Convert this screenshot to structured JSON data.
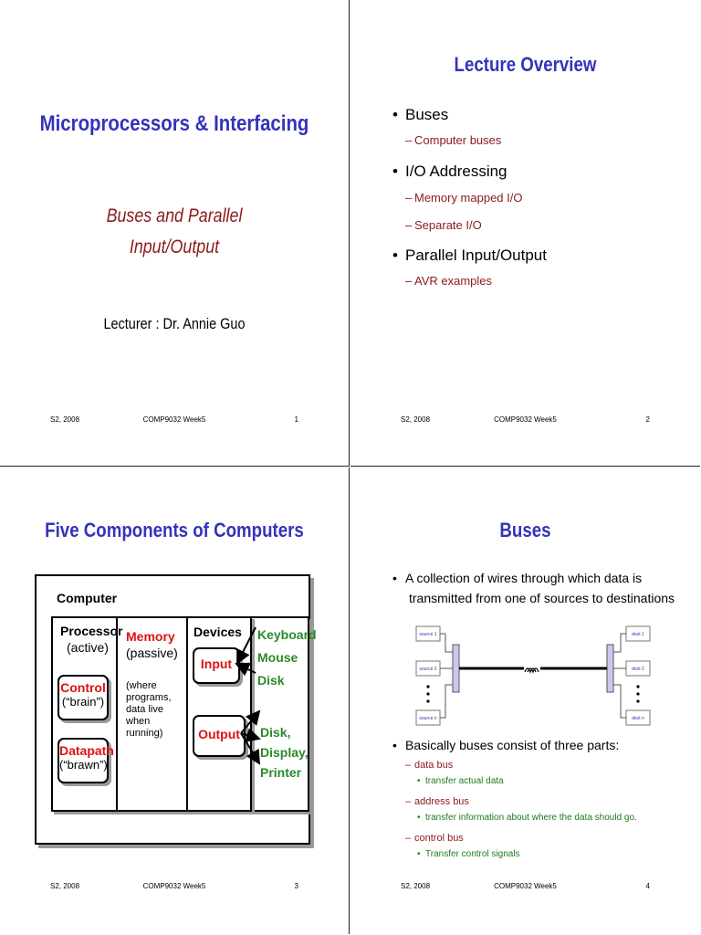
{
  "footer": {
    "semester": "S2, 2008",
    "course": "COMP9032 Week5"
  },
  "slide1": {
    "title": "Microprocessors & Interfacing",
    "subtitle_line1": "Buses and Parallel",
    "subtitle_line2": "Input/Output",
    "lecturer": "Lecturer : Dr. Annie Guo",
    "page": "1"
  },
  "slide2": {
    "title": "Lecture Overview",
    "items": [
      {
        "text": "Buses",
        "sub": [
          "Computer buses"
        ]
      },
      {
        "text": "I/O Addressing",
        "sub": [
          "Memory mapped I/O",
          "Separate I/O"
        ]
      },
      {
        "text": "Parallel Input/Output",
        "sub": [
          "AVR examples"
        ]
      }
    ],
    "page": "2"
  },
  "slide3": {
    "title": "Five Components of Computers",
    "computer": "Computer",
    "processor": "Processor",
    "processor_note": "(active)",
    "control": "Control",
    "control_note": "(“brain”)",
    "datapath": "Datapath",
    "datapath_note": "(“brawn”)",
    "memory": "Memory",
    "memory_note": "(passive)",
    "memory_desc": [
      "(where",
      "programs,",
      "data live",
      "when",
      "running)"
    ],
    "devices": "Devices",
    "input": "Input",
    "output": "Output",
    "input_devices": [
      "Keyboard",
      "Mouse",
      "Disk"
    ],
    "output_devices": [
      "Disk,",
      "Display,",
      "Printer"
    ],
    "page": "3"
  },
  "slide4": {
    "title": "Buses",
    "bullet1_line1": "A collection of wires through which data is",
    "bullet1_line2": "transmitted from one of sources to destinations",
    "figure": {
      "source1": "source 1",
      "source2": "source 2",
      "sourcen": "source n",
      "dest1": "dest 1",
      "dest2": "dest 2",
      "destn": "dest n"
    },
    "bullet2": "Basically buses consist of three parts:",
    "parts": [
      {
        "name": "data bus",
        "desc": "transfer actual data"
      },
      {
        "name": "address bus",
        "desc": "transfer information about where the data should go."
      },
      {
        "name": "control bus",
        "desc": "Transfer control signals"
      }
    ],
    "page": "4"
  }
}
